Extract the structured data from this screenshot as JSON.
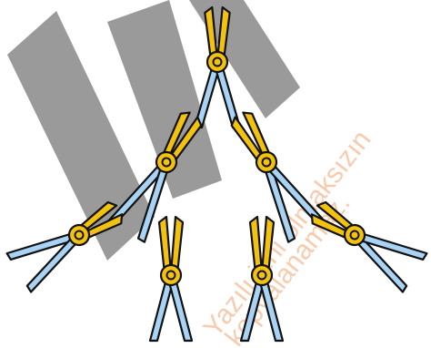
{
  "figure": {
    "description_free": true,
    "colors": {
      "background": "#ffffff",
      "watermark_band": "#9a9a9a",
      "tool_yellow": "#f2c20f",
      "tool_blue": "#a9d3f5",
      "outline": "#111111",
      "watermark_text": "#f1a06a"
    },
    "tools": [
      {
        "id": "top"
      },
      {
        "id": "mid-left"
      },
      {
        "id": "mid-right"
      },
      {
        "id": "low-left-outer"
      },
      {
        "id": "low-left-inner"
      },
      {
        "id": "low-right-inner"
      },
      {
        "id": "low-right-outer"
      }
    ]
  },
  "watermark": {
    "line1": "Yazılı izni olmaksızın",
    "line2": "kopyalanamaz."
  }
}
